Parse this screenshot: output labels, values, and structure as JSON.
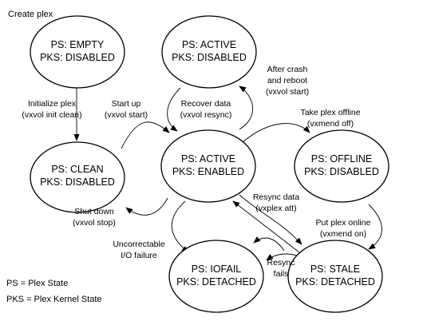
{
  "title": "Create plex",
  "states": [
    {
      "id": "empty-active-disabled-top",
      "ps": "PS: EMPTY",
      "pks": "PKS: DISABLED"
    },
    {
      "id": "active-disabled",
      "ps": "PS: ACTIVE",
      "pks": "PKS: DISABLED"
    },
    {
      "id": "clean",
      "ps": "PS: CLEAN",
      "pks": "PKS: DISABLED"
    },
    {
      "id": "active-enabled",
      "ps": "PS: ACTIVE",
      "pks": "PKS: ENABLED"
    },
    {
      "id": "offline",
      "ps": "PS: OFFLINE",
      "pks": "PKS: DISABLED"
    },
    {
      "id": "iofail",
      "ps": "PS: IOFAIL",
      "pks": "PKS: DETACHED"
    },
    {
      "id": "stale",
      "ps": "PS: STALE",
      "pks": "PKS: DETACHED"
    }
  ],
  "transitions": [
    {
      "id": "initialize-plex",
      "lines": [
        "Initialize plex",
        "(vxvol init clean)"
      ]
    },
    {
      "id": "start-up",
      "lines": [
        "Start up",
        "(vxvol start)"
      ]
    },
    {
      "id": "recover-data",
      "lines": [
        "Recover data",
        "(vxvol resync)"
      ]
    },
    {
      "id": "after-crash",
      "lines": [
        "After crash",
        "and reboot",
        "(vxvol start)"
      ]
    },
    {
      "id": "take-offline",
      "lines": [
        "Take plex offline",
        "(vxmend off)"
      ]
    },
    {
      "id": "shut-down",
      "lines": [
        "Shut down",
        "(vxvol stop)"
      ]
    },
    {
      "id": "resync-data",
      "lines": [
        "Resync data",
        "(vxplex att)"
      ]
    },
    {
      "id": "put-online",
      "lines": [
        "Put plex online",
        "(vxmend on)"
      ]
    },
    {
      "id": "uncorrectable",
      "lines": [
        "Uncorrectable",
        "I/O failure"
      ]
    },
    {
      "id": "resync-fails",
      "lines": [
        "Resync",
        "fails"
      ]
    }
  ],
  "legend": [
    {
      "text": "PS = Plex State"
    },
    {
      "text": "PKS = Plex Kernel State"
    }
  ]
}
